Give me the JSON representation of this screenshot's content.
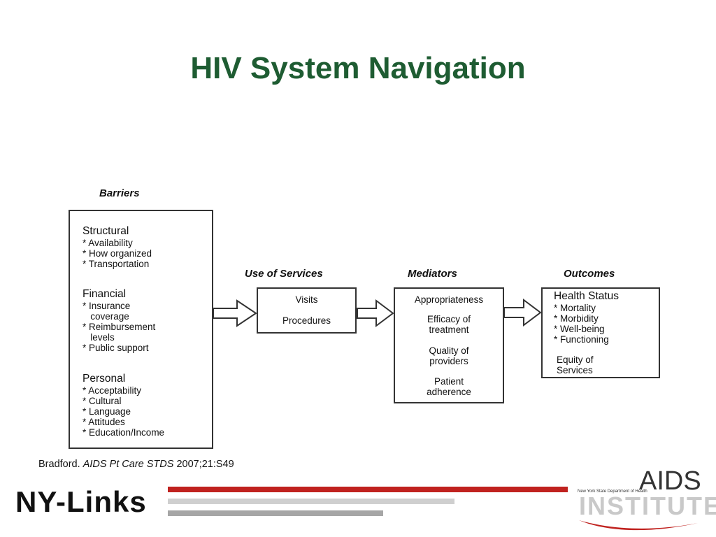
{
  "title": "HIV System Navigation",
  "diagram": {
    "barriers": {
      "heading": "Barriers",
      "groups": [
        {
          "title": "Structural",
          "lines": [
            "* Availability",
            "* How organized",
            "* Transportation"
          ]
        },
        {
          "title": "Financial",
          "lines": [
            "* Insurance",
            "   coverage",
            "* Reimbursement",
            "   levels",
            "* Public support"
          ]
        },
        {
          "title": "Personal",
          "lines": [
            "* Acceptability",
            "* Cultural",
            "* Language",
            "* Attitudes",
            "* Education/Income"
          ]
        }
      ]
    },
    "use_of_services": {
      "heading": "Use of Services",
      "items": [
        "Visits",
        "Procedures"
      ]
    },
    "mediators": {
      "heading": "Mediators",
      "items": [
        [
          "Appropriateness"
        ],
        [
          "Efficacy of",
          "treatment"
        ],
        [
          "Quality of",
          "providers"
        ],
        [
          "Patient",
          "adherence"
        ]
      ]
    },
    "outcomes": {
      "heading": "Outcomes",
      "group_title": "Health Status",
      "lines": [
        "* Mortality",
        "* Morbidity",
        "* Well-being",
        "* Functioning"
      ],
      "extra": [
        "Equity of",
        "Services"
      ]
    }
  },
  "citation": {
    "author": "Bradford.",
    "journal": "AIDS Pt Care STDS",
    "ref": "2007;21:S49"
  },
  "footer": {
    "ny_links_logo": "NY-Links",
    "aids_institute_top": "AIDS",
    "aids_institute_bottom": "INSTITUTE",
    "aids_institute_small": "New York State Department of Health",
    "colors": {
      "title": "#1e5c32",
      "red_bar": "#c0221f",
      "gray_bar_light": "#cfcfcf",
      "gray_bar_dark": "#a6a6a6"
    }
  }
}
